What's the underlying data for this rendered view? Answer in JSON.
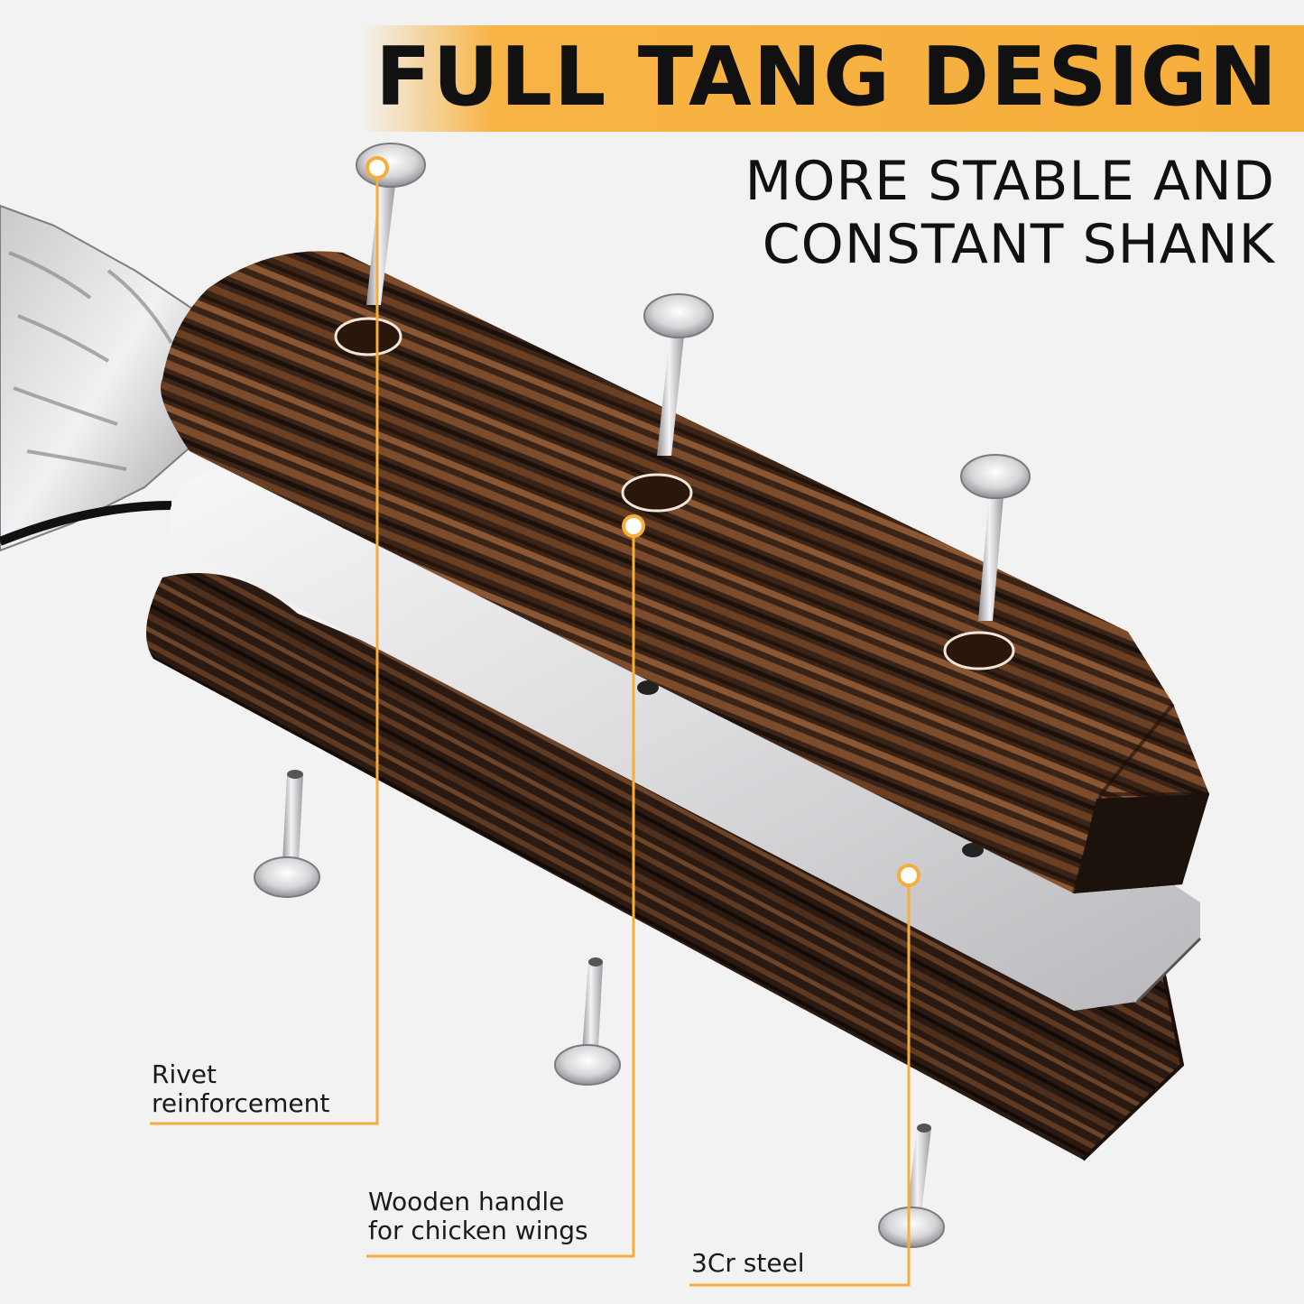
{
  "headline": "FULL TANG DESIGN",
  "subheadline": {
    "line1": "MORE STABLE AND",
    "line2": "CONSTANT SHANK"
  },
  "callouts": {
    "rivet": {
      "line1": "Rivet",
      "line2": "reinforcement"
    },
    "handle": {
      "line1": "Wooden handle",
      "line2": "for chicken wings"
    },
    "steel": {
      "line1": "3Cr steel"
    }
  },
  "colors": {
    "accent": "#f6ad3a",
    "wood_dark": "#2e1d14",
    "wood_light": "#7a4a2a",
    "steel": "#e8e8ea",
    "background": "#f2f2f2"
  }
}
